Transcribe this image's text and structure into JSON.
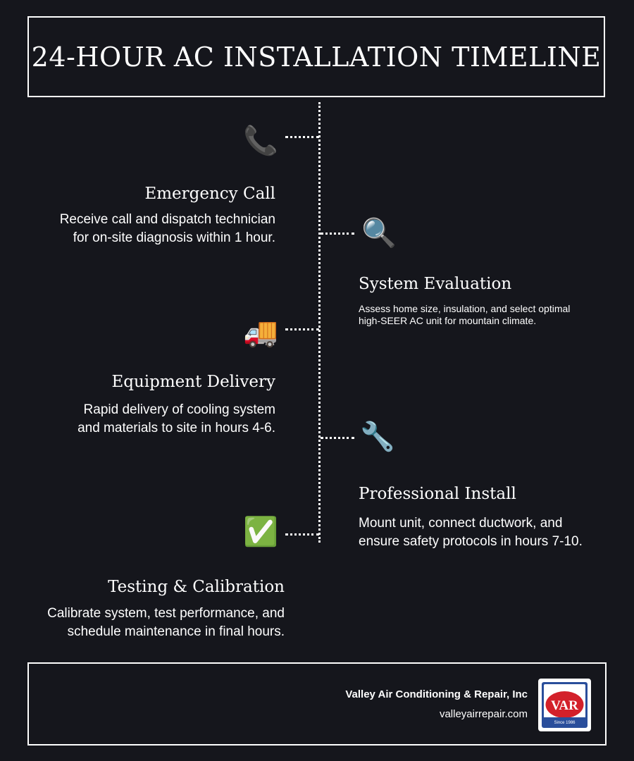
{
  "header": {
    "title": "24-HOUR AC INSTALLATION TIMELINE"
  },
  "steps": [
    {
      "title": "Emergency Call",
      "icon": "phone-icon",
      "glyph": "📞",
      "lines": [
        "Receive call and dispatch technician",
        "for on-site diagnosis within 1 hour."
      ]
    },
    {
      "title": "System Evaluation",
      "icon": "magnifier-icon",
      "glyph": "🔍",
      "lines": [
        "Assess home size, insulation, and select optimal",
        "high-SEER AC unit for mountain climate."
      ]
    },
    {
      "title": "Equipment Delivery",
      "icon": "truck-icon",
      "glyph": "🚚",
      "lines": [
        "Rapid delivery of cooling system",
        "and materials to site in hours 4-6."
      ]
    },
    {
      "title": "Professional Install",
      "icon": "wrench-icon",
      "glyph": "🔧",
      "lines": [
        "Mount unit, connect ductwork, and",
        "ensure safety protocols in hours 7-10."
      ]
    },
    {
      "title": "Testing & Calibration",
      "icon": "check-mark-icon",
      "glyph": "✅",
      "lines": [
        "Calibrate system, test performance, and",
        "schedule maintenance in final hours."
      ]
    }
  ],
  "footer": {
    "company": "Valley Air Conditioning & Repair, Inc",
    "url": "valleyairrepair.com",
    "logo_text": "VAR",
    "logo_bottom_text": "Since 1986"
  },
  "colors": {
    "background": "#15161c",
    "text": "#ffffff",
    "logo_red": "#d3202a",
    "logo_blue": "#2a4e9b"
  }
}
